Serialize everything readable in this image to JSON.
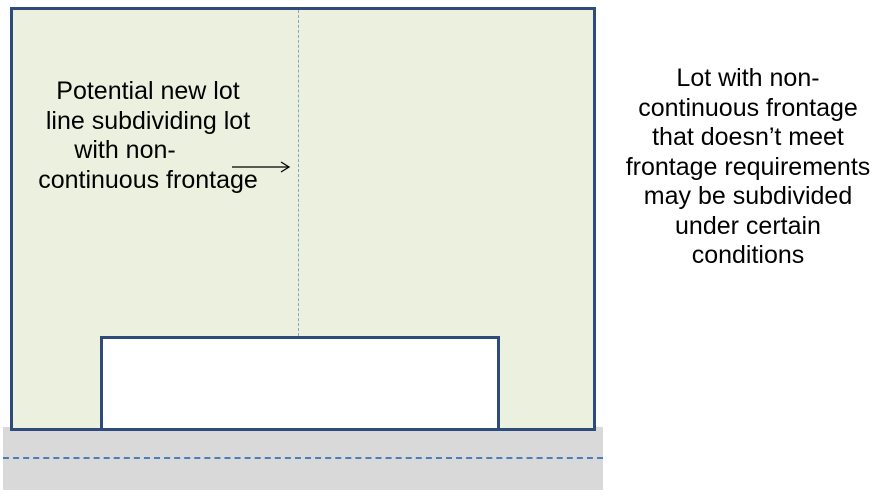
{
  "diagram": {
    "left_label_lines": [
      "Potential new lot",
      "line subdividing lot",
      "with non-",
      "continuous frontage"
    ],
    "right_label_lines": [
      "Lot with non-",
      "continuous frontage",
      "that doesn’t meet",
      "frontage requirements",
      "may be subdivided",
      "under certain",
      "conditions"
    ],
    "colors": {
      "lot_fill": "#ebf1de",
      "lot_border": "#2f4b7c",
      "road": "#d9d9d9",
      "road_centerline": "#4a7ebb",
      "new_lot_line": "#7fa7c9"
    }
  }
}
